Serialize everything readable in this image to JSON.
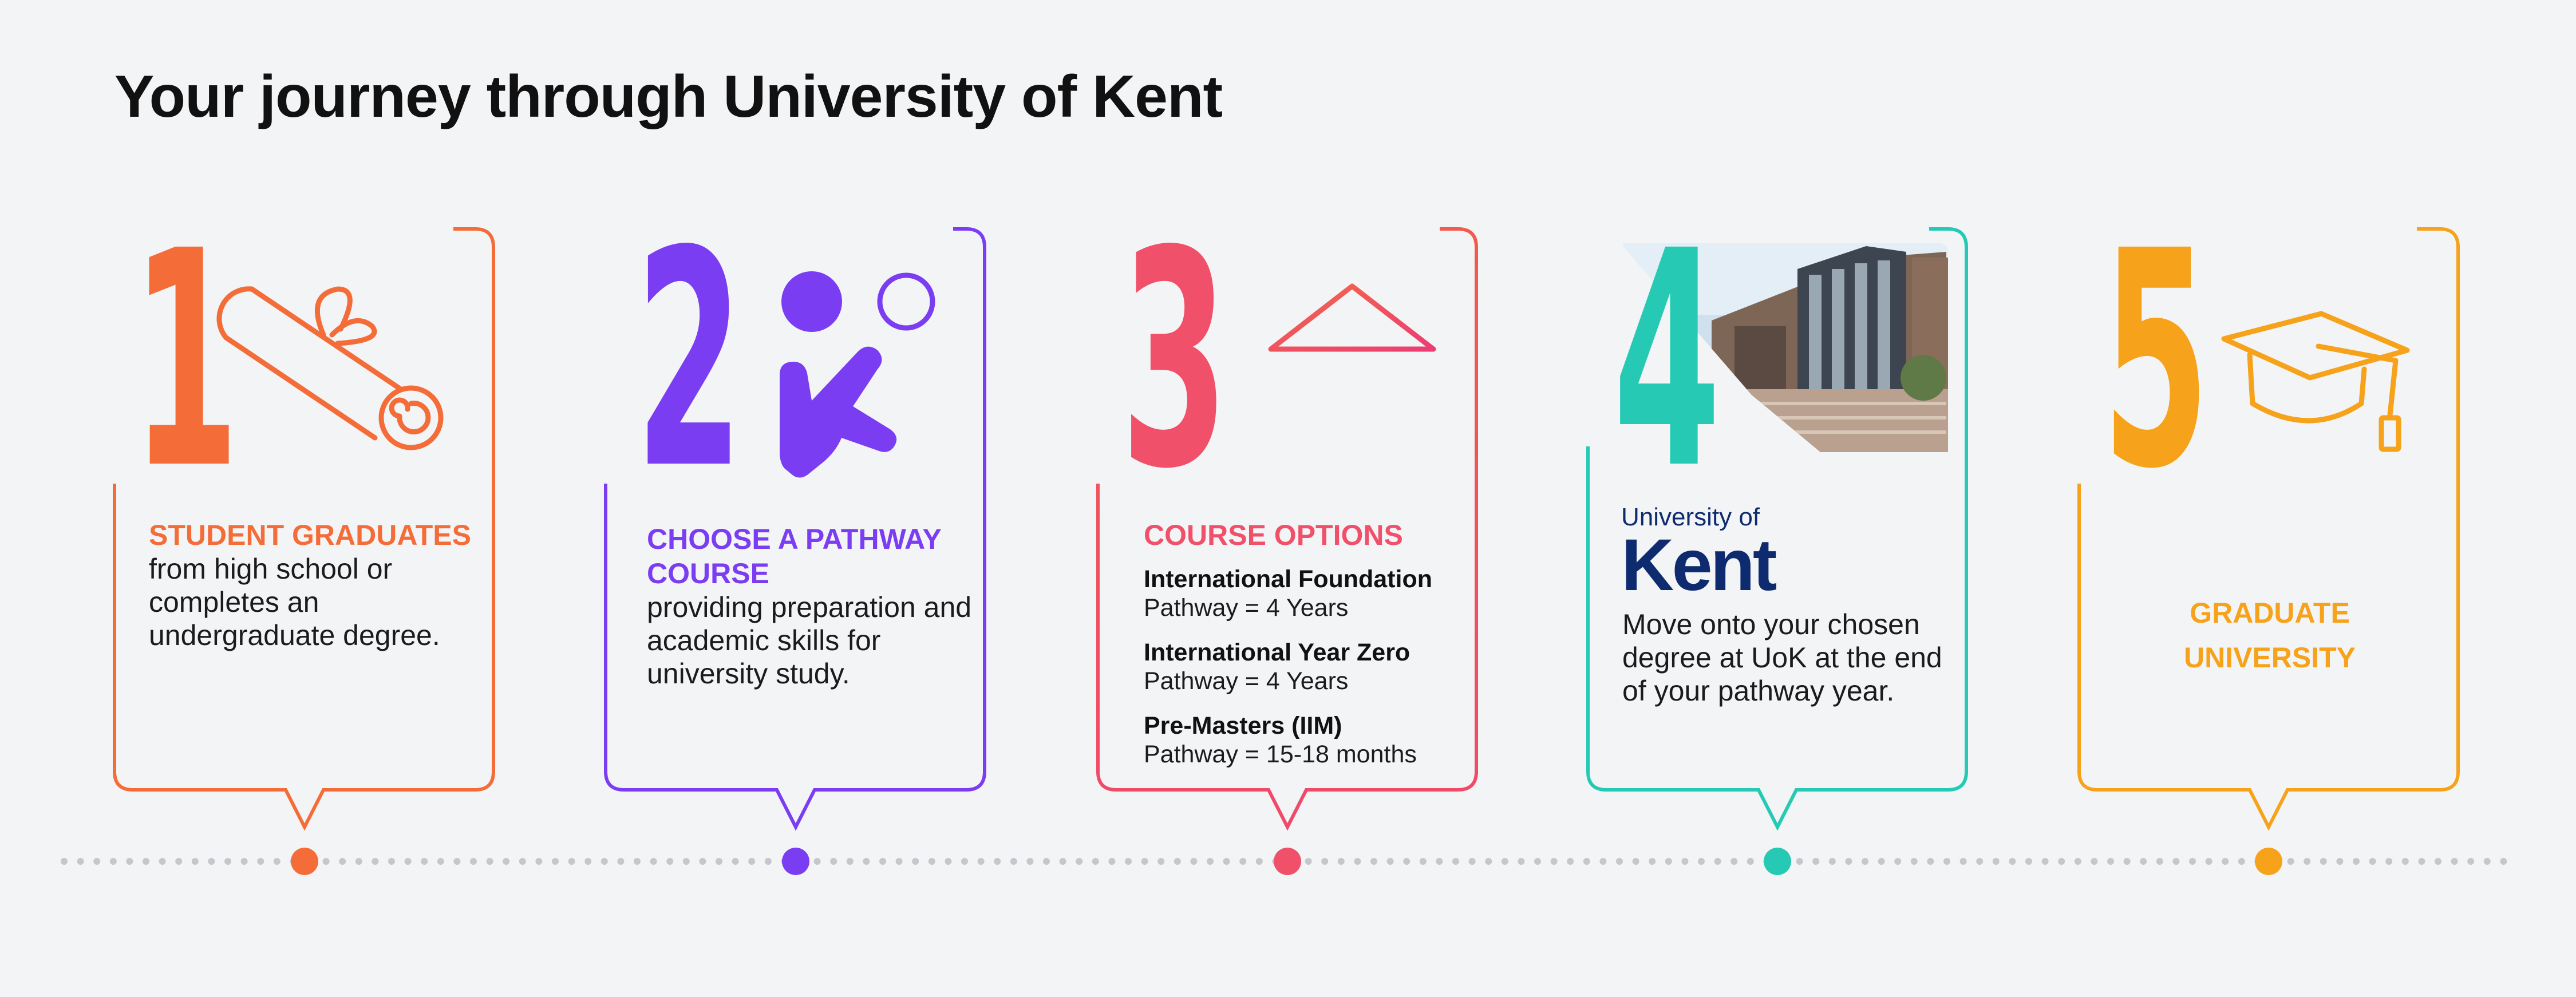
{
  "title": "Your journey through University of Kent",
  "colors": {
    "step1": "#f46d39",
    "step2": "#7b3df2",
    "step3_start": "#f36a4a",
    "step3_end": "#ec3d73",
    "step4": "#25c9b4",
    "step5": "#f6a21a",
    "dots": "#c4c7cc",
    "kent_blue": "#0d2b6e"
  },
  "steps": [
    {
      "number": "1",
      "icon": "diploma-scroll-icon",
      "heading": "STUDENT GRADUATES",
      "body": "from high school or completes an undergraduate degree."
    },
    {
      "number": "2",
      "icon": "pointing-hand-icon",
      "heading": "CHOOSE A PATHWAY COURSE",
      "body": "providing preparation and academic skills for university study."
    },
    {
      "number": "3",
      "icon": "university-building-icon",
      "heading": "COURSE OPTIONS",
      "options": [
        {
          "name": "International Foundation",
          "detail": "Pathway = 4 Years"
        },
        {
          "name": "International Year Zero",
          "detail": "Pathway = 4 Years"
        },
        {
          "name": "Pre-Masters (IIM)",
          "detail": "Pathway = 15-18 months"
        }
      ]
    },
    {
      "number": "4",
      "icon": "campus-photo",
      "logo_top": "University of",
      "logo_main": "Kent",
      "body": "Move onto your chosen degree at UoK at the end of your pathway year."
    },
    {
      "number": "5",
      "icon": "graduation-cap-icon",
      "heading": "GRADUATE UNIVERSITY"
    }
  ]
}
